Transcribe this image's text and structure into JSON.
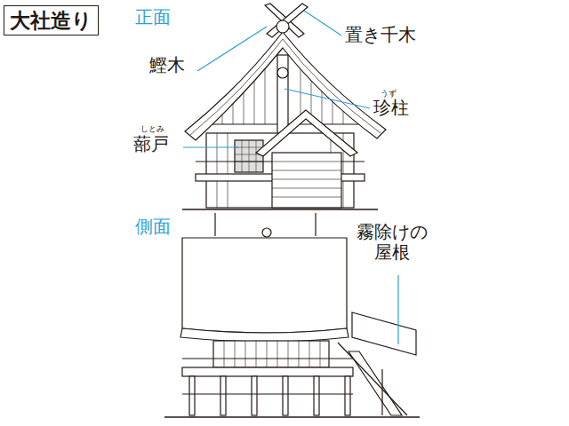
{
  "diagram": {
    "title": "大社造り",
    "labels": [
      "正面",
      "置き千木",
      "鰹木",
      "うず",
      "珍柱",
      "しとみ",
      "蔀戸",
      "側面",
      "霧除けの 屋根"
    ]
  }
}
